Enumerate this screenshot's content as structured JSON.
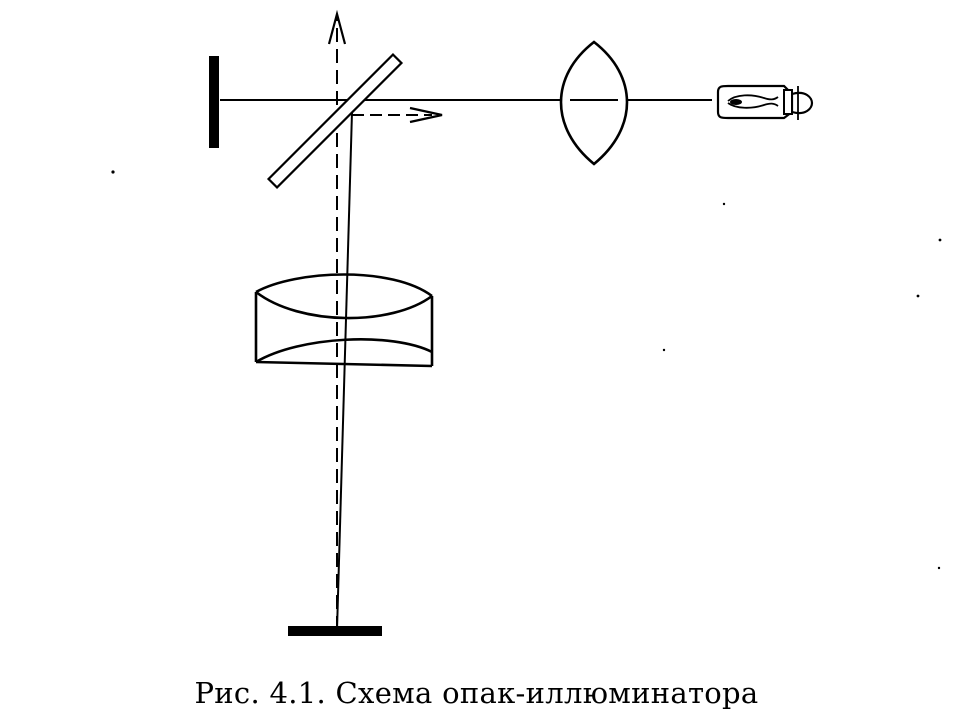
{
  "caption": "Рис. 4.1. Схема опак-иллюминатора",
  "colors": {
    "ink": "#000000",
    "background": "#ffffff"
  },
  "components": [
    "reference-mirror",
    "semi-transparent-plate",
    "condenser-lens",
    "lamp",
    "objective-lens",
    "specimen-plate"
  ]
}
